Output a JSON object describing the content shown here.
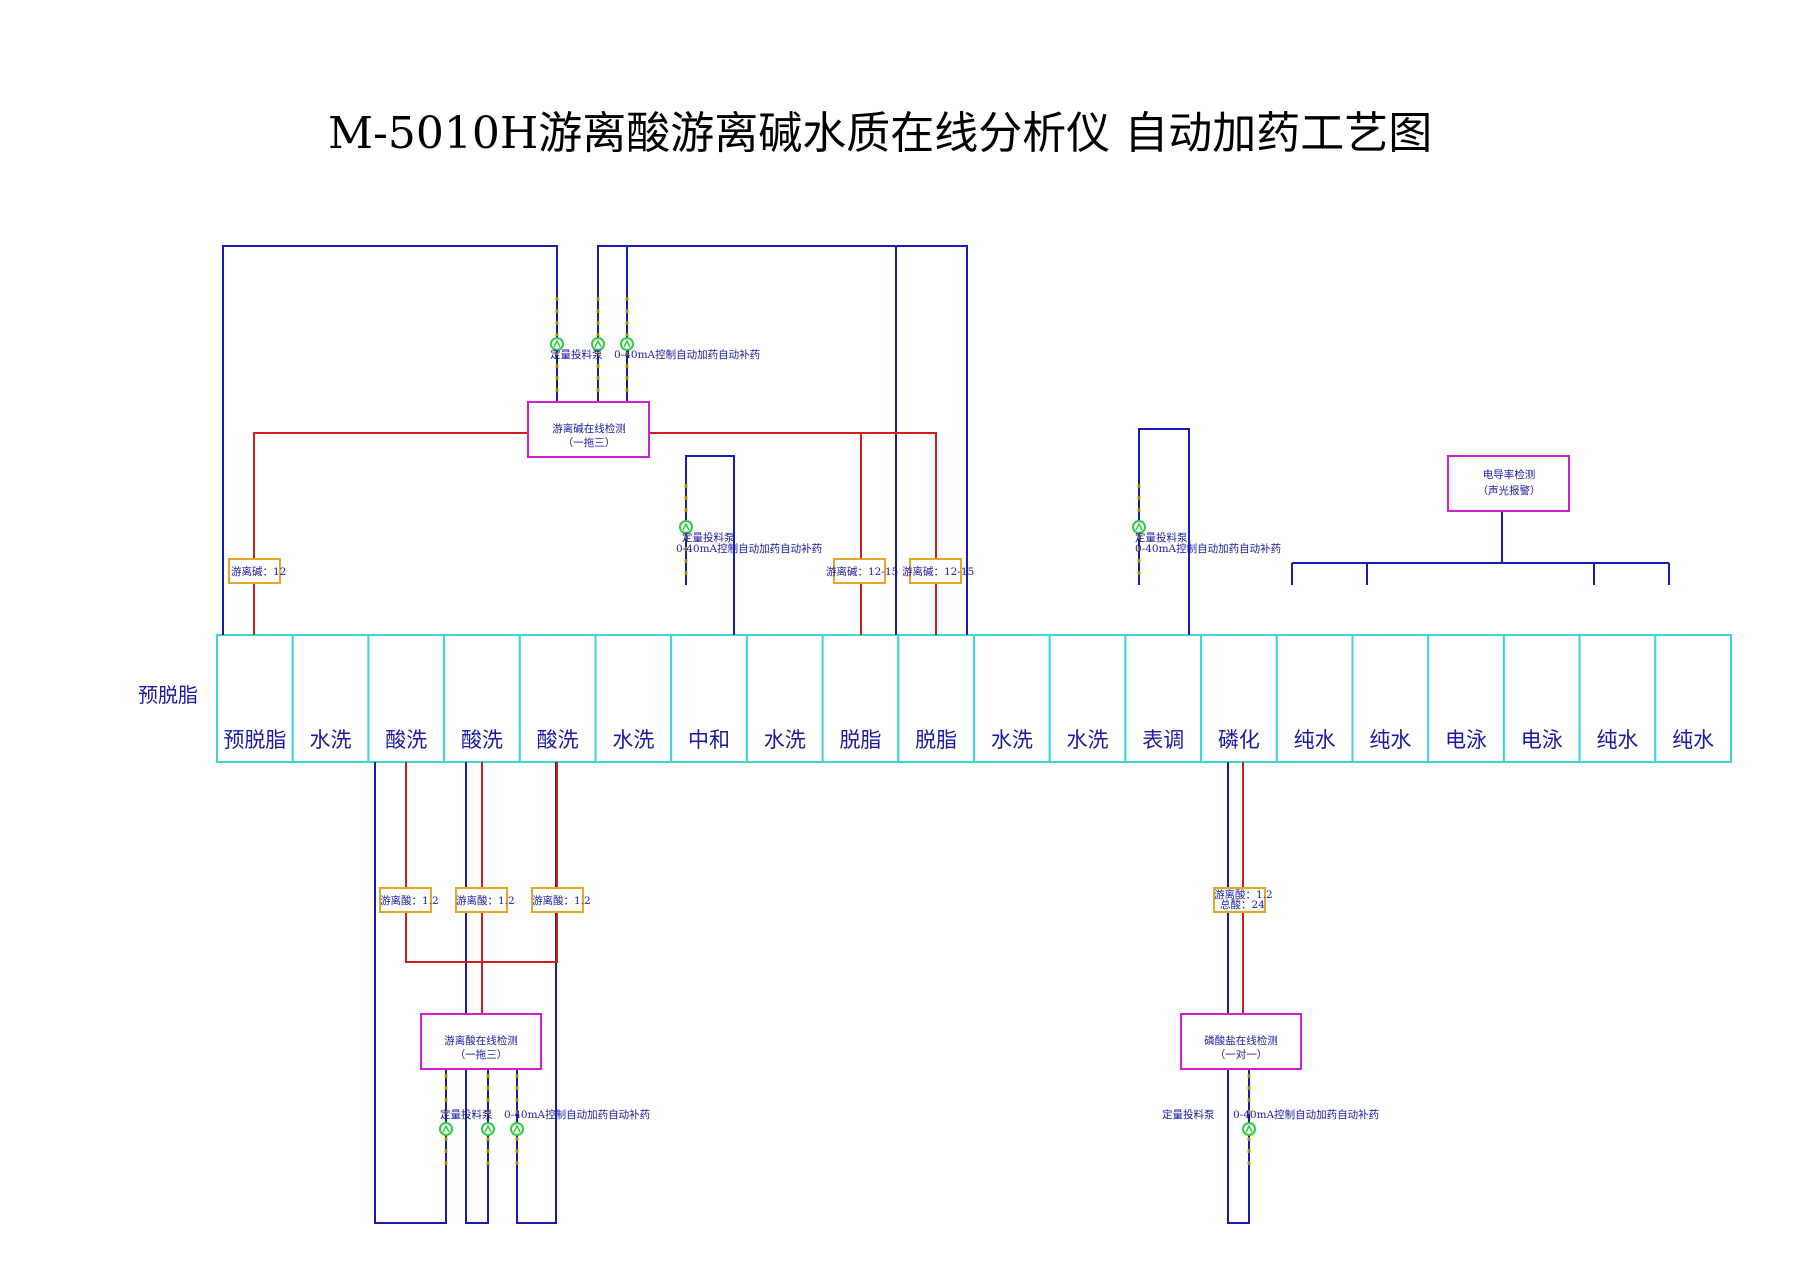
{
  "title": "M-5010H游离酸游离碱水质在线分析仪 自动加药工艺图",
  "side_label": "预脱脂",
  "tanks": [
    "预脱脂",
    "水洗",
    "酸洗",
    "酸洗",
    "酸洗",
    "水洗",
    "中和",
    "水洗",
    "脱脂",
    "脱脂",
    "水洗",
    "水洗",
    "表调",
    "磷化",
    "纯水",
    "纯水",
    "电泳",
    "电泳",
    "纯水",
    "纯水"
  ],
  "alkali_analyzer": {
    "line1": "游离碱在线检测",
    "line2": "（一拖三）"
  },
  "acid_analyzer": {
    "line1": "游离酸在线检测",
    "line2": "（一拖三）"
  },
  "phosphate_analyzer": {
    "line1": "磷酸盐在线检测",
    "line2": "（一对一）"
  },
  "conductivity": {
    "line1": "电导率检测",
    "line2": "（声光报警）"
  },
  "pump_label": "定量投料泵",
  "control_label": "0-40mA控制自动加药自动补药",
  "setpoints": {
    "alkali_pre": "游离碱：12",
    "alkali_1": "游离碱：12-15",
    "alkali_2": "游离碱：12-15",
    "acid": "游离酸：1.2",
    "phos_line1": "游离酸：1.2",
    "phos_line2": "总酸：24"
  },
  "colors": {
    "blue": "#1a1ab4",
    "red": "#d41e1e",
    "cyan": "#3dd6d6",
    "magenta": "#d21ed2",
    "orange": "#e8a628",
    "yellow": "#f2e620",
    "green": "#2ecc40"
  }
}
